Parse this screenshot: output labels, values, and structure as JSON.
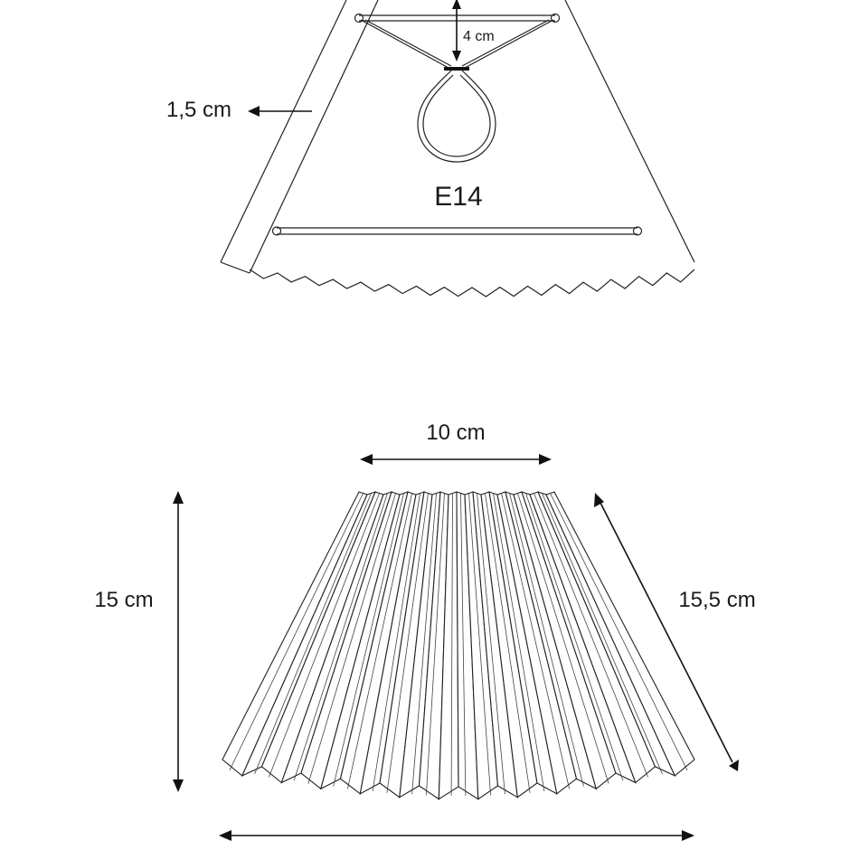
{
  "top_view": {
    "socket_label": "E14",
    "drop_label": "4 cm",
    "rim_label": "1,5 cm"
  },
  "side_view": {
    "top_width_label": "10 cm",
    "height_label": "15 cm",
    "slant_label": "15,5 cm"
  }
}
